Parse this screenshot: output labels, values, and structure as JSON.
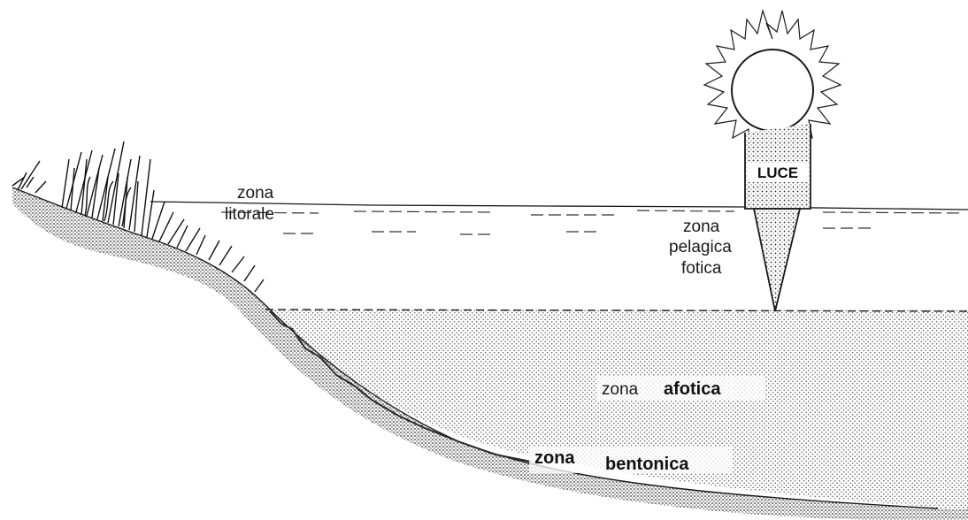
{
  "labels": {
    "litorale_1": "zona",
    "litorale_2": "litorale",
    "pelagica_1": "zona",
    "pelagica_2": "pelagica",
    "pelagica_3": "fotica",
    "afotica_1": "zona",
    "afotica_2": "afotica",
    "bentonica_1": "zona",
    "bentonica_2": "bentonica",
    "luce": "LUCE"
  },
  "colors": {
    "ink": "#1a1a1a",
    "background": "#ffffff",
    "stipple": "#6b6b6b"
  }
}
